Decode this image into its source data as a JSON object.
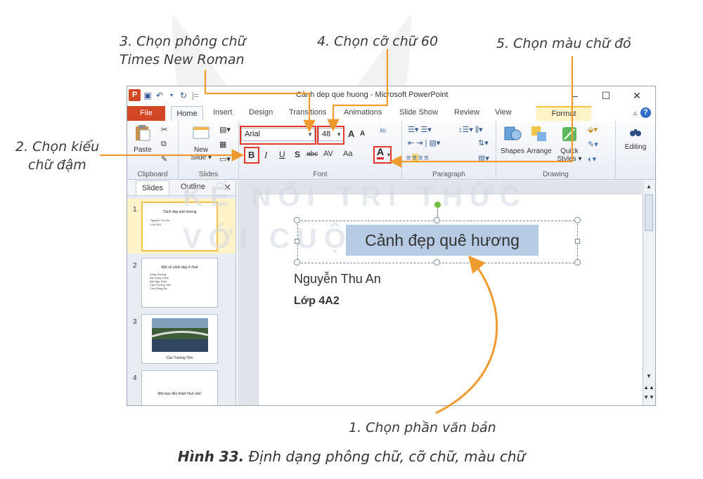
{
  "callouts": {
    "step1": "1. Chọn phần văn bản",
    "step2_line1": "2. Chọn kiểu",
    "step2_line2": "chữ đậm",
    "step3_line1": "3. Chọn phông chữ",
    "step3_line2": "Times New Roman",
    "step4": "4. Chọn cỡ chữ 60",
    "step5": "5. Chọn màu chữ đỏ"
  },
  "caption": {
    "label": "Hình 33.",
    "text": " Định dạng phông chữ, cỡ chữ, màu chữ"
  },
  "window": {
    "title": "Cảnh dep que huong  -  Microsoft PowerPoint",
    "minimize": "–",
    "maximize": "☐",
    "close": "✕"
  },
  "tabs": {
    "file": "File",
    "home": "Home",
    "insert": "Insert",
    "design": "Design",
    "transitions": "Transitions",
    "animations": "Animations",
    "slideshow": "Slide Show",
    "review": "Review",
    "view": "View",
    "format": "Format"
  },
  "ribbon": {
    "clipboard": {
      "label": "Clipboard",
      "paste": "Paste"
    },
    "slides": {
      "label": "Slides",
      "new_slide_1": "New",
      "new_slide_2": "Slide ▾"
    },
    "font": {
      "label": "Font",
      "font_name": "Arial",
      "font_size": "48",
      "bold": "B",
      "italic": "I",
      "underline": "U",
      "shadow": "S",
      "strike": "abc",
      "spacing": "AV",
      "case": "Aa",
      "color": "A",
      "grow": "A",
      "shrink": "A"
    },
    "paragraph": {
      "label": "Paragraph"
    },
    "drawing": {
      "label": "Drawing",
      "shapes": "Shapes",
      "arrange": "Arrange",
      "quick_styles_1": "Quick",
      "quick_styles_2": "Styles ▾"
    },
    "editing": {
      "label": "Editing"
    }
  },
  "panel": {
    "tab_slides": "Slides",
    "tab_outline": "Outline",
    "close": "✕",
    "thumbs": [
      {
        "num": "1",
        "title": "Cảnh đẹp quê hương",
        "lines": [
          "Nguyễn Thu An",
          "Lớp 4A2"
        ]
      },
      {
        "num": "2",
        "title": "Một số cảnh đẹp ở Huế",
        "lines": [
          "Sông Hương",
          "Đồi Vọng Cảnh",
          "Núi Ngự Bình",
          "Cầu Trường Tiền",
          "Chợ Đông Ba"
        ]
      },
      {
        "num": "3",
        "caption": "Cầu Trường Tiền"
      },
      {
        "num": "4",
        "title": "Mời bạn đến thăm Huế nhé!"
      }
    ]
  },
  "slide": {
    "title": "Cảnh đẹp quê hương",
    "name": "Nguyễn Thu An",
    "class": "Lớp 4A2"
  },
  "watermark": {
    "line1": "KẾ NỐI TRI THỨC",
    "line2": "VỚI CUỘC SỐNG"
  },
  "colors": {
    "annotation_arrow": "#ef9a2e",
    "highlight_box": "#e2382b",
    "file_tab": "#d24726",
    "selection": "#b8cbe4"
  }
}
